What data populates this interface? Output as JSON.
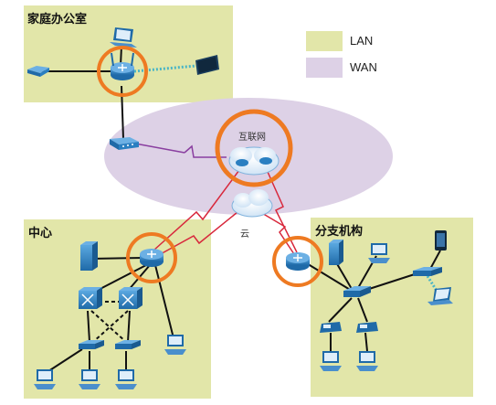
{
  "zones": {
    "home_office": "家庭办公室",
    "hub": "中心",
    "branch": "分支机构"
  },
  "legend": {
    "lan": {
      "label": "LAN",
      "color": "#e2e6a9"
    },
    "wan": {
      "label": "WAN",
      "color": "#ddd1e6"
    }
  },
  "internet_label": "互联网",
  "cloud_label": "云",
  "colors": {
    "lan_fill": "#e2e6a9",
    "wan_fill": "#ddd1e6",
    "highlight_ring": "#ee7a22",
    "device_blue": "#2a7fc1",
    "wan_link": "#d8283c",
    "wireless_link": "#49b5c6"
  }
}
